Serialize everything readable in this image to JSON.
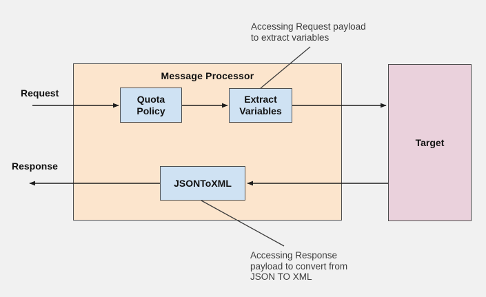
{
  "diagram": {
    "container_title": "Message Processor",
    "nodes": {
      "quota": {
        "line1": "Quota",
        "line2": "Policy"
      },
      "extract": {
        "line1": "Extract",
        "line2": "Variables"
      },
      "json_to_xml": {
        "label": "JSONToXML"
      },
      "target": {
        "label": "Target"
      }
    },
    "flow_labels": {
      "request": "Request",
      "response": "Response"
    },
    "callouts": {
      "request_payload": {
        "line1": "Accessing Request payload",
        "line2": "to extract variables"
      },
      "response_payload": {
        "line1": "Accessing Response",
        "line2": "payload to convert from",
        "line3": "JSON TO XML"
      }
    },
    "colors": {
      "background": "#f1f1f1",
      "container_fill": "#fce5cd",
      "node_fill_blue": "#cfe2f3",
      "target_fill_pink": "#ead1dc",
      "border": "#4d4d4d",
      "connector": "#1f1f1f",
      "text": "#111111",
      "callout_text": "#3d3d3d"
    }
  }
}
